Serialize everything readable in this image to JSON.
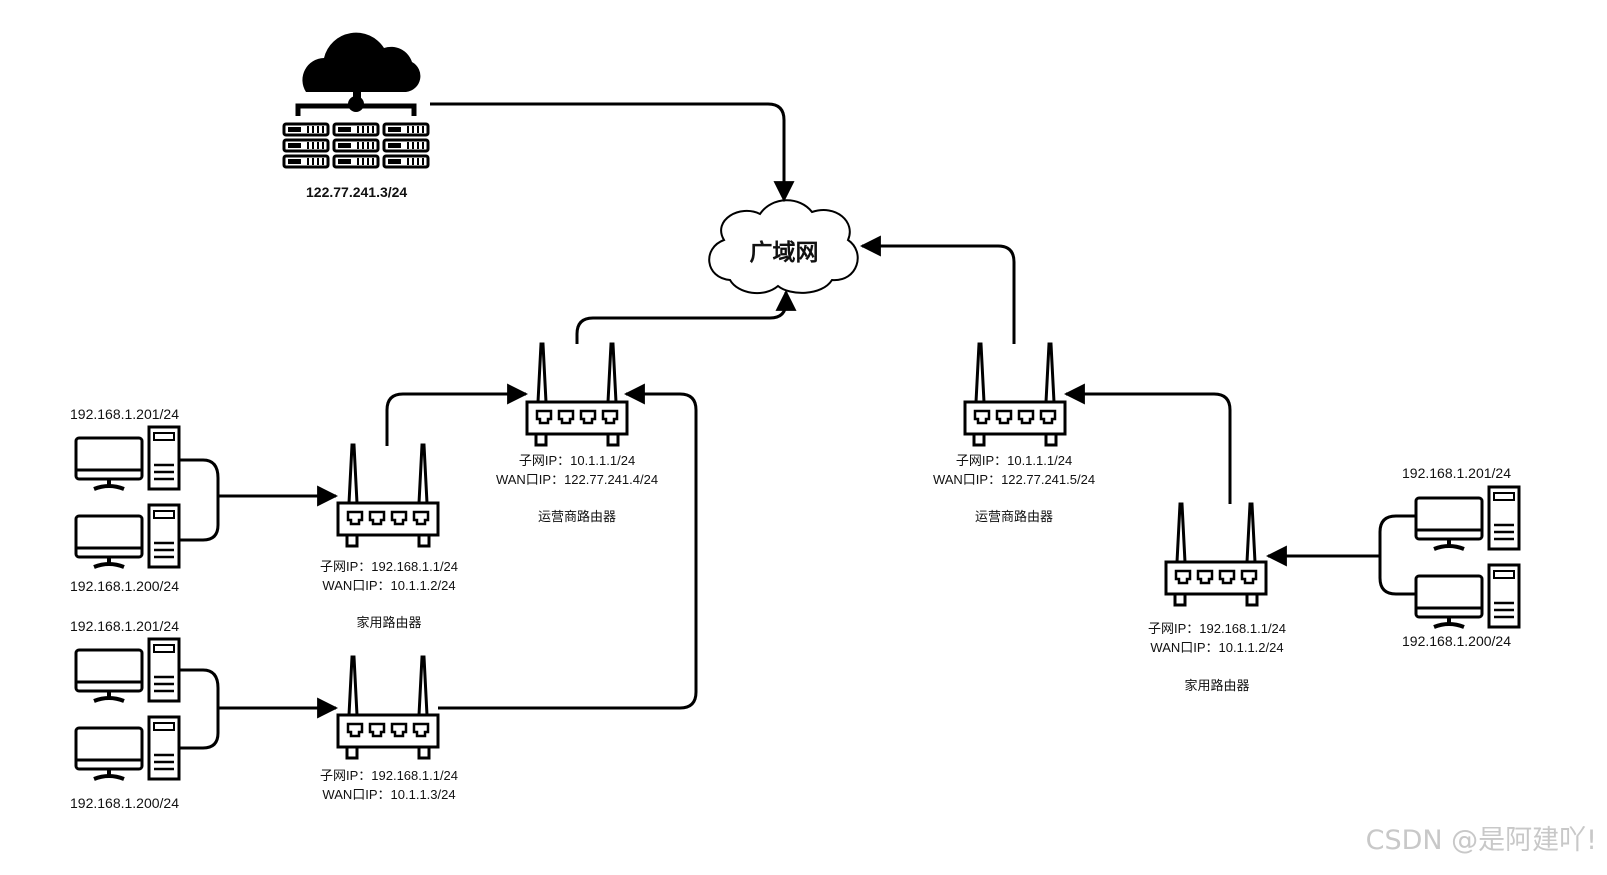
{
  "wan": {
    "label": "广域网"
  },
  "server": {
    "ip": "122.77.241.3/24"
  },
  "isp_router_left": {
    "subnet_ip": "子网IP：10.1.1.1/24",
    "wan_ip": "WAN口IP：122.77.241.4/24",
    "name": "运营商路由器"
  },
  "isp_router_right": {
    "subnet_ip": "子网IP：10.1.1.1/24",
    "wan_ip": "WAN口IP：122.77.241.5/24",
    "name": "运营商路由器"
  },
  "home_router_1": {
    "subnet_ip": "子网IP：192.168.1.1/24",
    "wan_ip": "WAN口IP：10.1.1.2/24",
    "name": "家用路由器"
  },
  "home_router_2": {
    "subnet_ip": "子网IP：192.168.1.1/24",
    "wan_ip": "WAN口IP：10.1.1.3/24"
  },
  "home_router_3": {
    "subnet_ip": "子网IP：192.168.1.1/24",
    "wan_ip": "WAN口IP：10.1.1.2/24",
    "name": "家用路由器"
  },
  "pcs": {
    "g1_top": "192.168.1.201/24",
    "g1_bottom": "192.168.1.200/24",
    "g2_top": "192.168.1.201/24",
    "g2_bottom": "192.168.1.200/24",
    "g3_top": "192.168.1.201/24",
    "g3_bottom": "192.168.1.200/24"
  },
  "watermark": "CSDN @是阿建吖!"
}
